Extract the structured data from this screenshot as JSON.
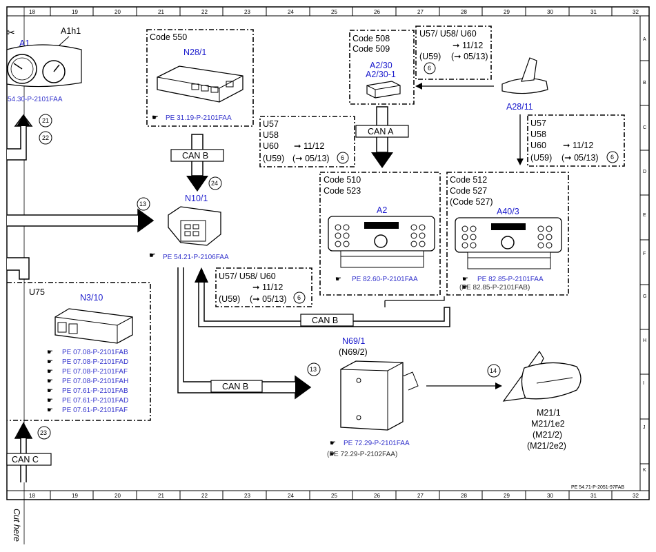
{
  "grid": {
    "columns": [
      "18",
      "19",
      "20",
      "21",
      "22",
      "23",
      "24",
      "25",
      "26",
      "27",
      "28",
      "29",
      "30",
      "31",
      "32"
    ],
    "rows": [
      "A",
      "B",
      "C",
      "D",
      "E",
      "F",
      "G",
      "H",
      "I",
      "J",
      "K"
    ]
  },
  "components": {
    "a1h1": {
      "label": "A1h1",
      "blue_label": "A1",
      "ref": "54.30-P-2101FAA"
    },
    "n28_1": {
      "code": "Code 550",
      "label": "N28/1",
      "ref": "PE 31.19-P-2101FAA"
    },
    "a2_30": {
      "code1": "Code 508",
      "code2": "Code 509",
      "label1": "A2/30",
      "label2": "A2/30-1"
    },
    "a28_11": {
      "label": "A28/11"
    },
    "n10_1": {
      "label": "N10/1",
      "ref": "PE 54.21-P-2106FAA"
    },
    "a2": {
      "code1": "Code 510",
      "code2": "Code 523",
      "label": "A2",
      "ref": "PE 82.60-P-2101FAA"
    },
    "a40_3": {
      "code1": "Code 512",
      "code2": "Code 527",
      "code3": "(Code 527)",
      "label": "A40/3",
      "ref1": "PE 82.85-P-2101FAA",
      "ref2": "(PE 82.85-P-2101FAB)"
    },
    "n3_10": {
      "code": "U75",
      "label": "N3/10",
      "refs": [
        "PE 07.08-P-2101FAB",
        "PE 07.08-P-2101FAD",
        "PE 07.08-P-2101FAF",
        "PE 07.08-P-2101FAH",
        "PE 07.61-P-2101FAB",
        "PE 07.61-P-2101FAD",
        "PE 07.61-P-2101FAF"
      ]
    },
    "n69_1": {
      "label": "N69/1",
      "label2": "(N69/2)",
      "ref1": "PE 72.29-P-2101FAA",
      "ref2": "(PE 72.29-P-2102FAA)"
    },
    "m21_1": {
      "l1": "M21/1",
      "l2": "M21/1e2",
      "l3": "(M21/2)",
      "l4": "(M21/2e2)"
    }
  },
  "notes": {
    "note_top": {
      "l1": "U57/ U58/ U60",
      "arrow_date": "11/12",
      "paren": "(U59)",
      "paren_date": "05/13)",
      "circle": "6"
    },
    "note_mid_left": {
      "u57": "U57",
      "u58": "U58",
      "u60": "U60",
      "arrow_date": "11/12",
      "paren": "(U59)",
      "paren_date": "05/13)",
      "circle": "6"
    },
    "note_mid_right": {
      "u57": "U57",
      "u58": "U58",
      "u60": "U60",
      "arrow_date": "11/12",
      "paren": "(U59)",
      "paren_date": "05/13)",
      "circle": "6"
    },
    "note_lower": {
      "l1": "U57/ U58/ U60",
      "arrow_date": "11/12",
      "paren": "(U59)",
      "paren_date": "05/13)",
      "circle": "6"
    }
  },
  "buses": {
    "can_b_top": "CAN B",
    "can_a": "CAN A",
    "can_b_mid": "CAN B",
    "can_b_low": "CAN B",
    "can_c": "CAN C"
  },
  "circles": {
    "c21": "21",
    "c22": "22",
    "c24": "24",
    "c13a": "13",
    "c13b": "13",
    "c14": "14",
    "c23": "23"
  },
  "doc_id": "PE 54.71-P-2051-97FAB",
  "cut_here": "Cut here",
  "colors": {
    "blue": "#1a1acc",
    "black": "#000000"
  }
}
